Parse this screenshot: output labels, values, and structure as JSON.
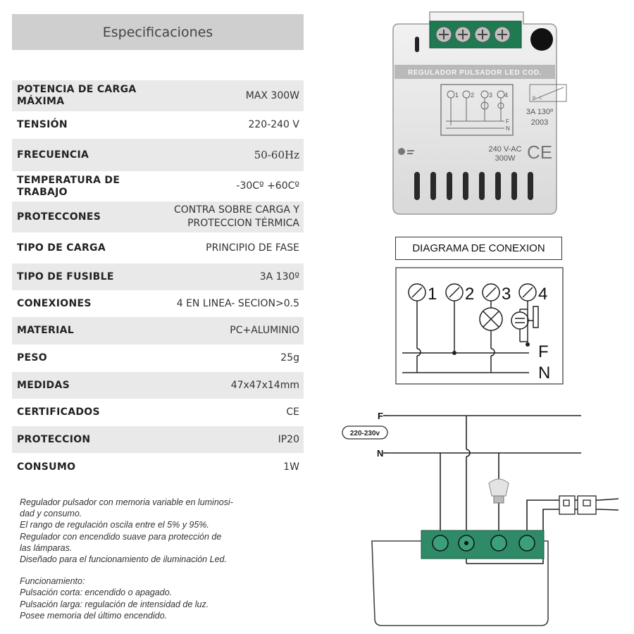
{
  "header": {
    "title": "Especificaciones"
  },
  "specs": [
    {
      "label": "POTENCIA DE CARGA\nMÁXIMA",
      "value": "MAX 300W",
      "shaded": true,
      "height": 44
    },
    {
      "label": "TENSIÓN",
      "value": "220-240 V",
      "shaded": false,
      "height": 39
    },
    {
      "label": "FRECUENCIA",
      "value": "50-60Hz",
      "shaded": true,
      "height": 46
    },
    {
      "label": "TEMPERATURA DE\nTRABAJO",
      "value": "-30Cº +60Cº",
      "shaded": false,
      "height": 43
    },
    {
      "label": "PROTECCONES",
      "value": "CONTRA SOBRE CARGA Y\nPROTECCION TÉRMICA",
      "shaded": true,
      "height": 44
    },
    {
      "label": "TIPO DE CARGA",
      "value": "PRINCIPIO DE FASE",
      "shaded": false,
      "height": 44
    },
    {
      "label": "TIPO DE FUSIBLE",
      "value": "3A 130º",
      "shaded": true,
      "height": 38
    },
    {
      "label": "CONEXIONES",
      "value": "4 EN LINEA- SECION>0.5",
      "shaded": false,
      "height": 38
    },
    {
      "label": "MATERIAL",
      "value": "PC+ALUMINIO",
      "shaded": true,
      "height": 39
    },
    {
      "label": "PESO",
      "value": "25g",
      "shaded": false,
      "height": 39
    },
    {
      "label": "MEDIDAS",
      "value": "47x47x14mm",
      "shaded": true,
      "height": 38
    },
    {
      "label": "CERTIFICADOS",
      "value": "CE",
      "shaded": false,
      "height": 39
    },
    {
      "label": "PROTECCION",
      "value": "IP20",
      "shaded": true,
      "height": 38
    },
    {
      "label": "CONSUMO",
      "value": "1W",
      "shaded": false,
      "height": 40
    }
  ],
  "description": {
    "paragraph1": "Regulador pulsador con memoria variable en luminosi-\ndad y consumo.\nEl rango de regulación oscila entre el 5% y 95%.\nRegulador con encendido suave para protección de\nlas lámparas.\nDiseñado para el funcionamiento de iluminación Led.",
    "paragraph2": "Funcionamiento:\nPulsación corta: encendido o apagado.\nPulsación larga: regulación de intensidad de luz.\nPosee memoria del último encendido."
  },
  "device": {
    "label_strip": "REGULADOR PULSADOR LED COD.",
    "fuse": "3A 130º",
    "code": "2003",
    "voltage": "240 V-AC",
    "power": "300W",
    "ce": "CE",
    "terminal_nums": [
      "1",
      "2",
      "3",
      "4"
    ],
    "mini_f": "F",
    "mini_n": "N",
    "rl_r": "R",
    "rl_l": "L"
  },
  "connection_diagram": {
    "title": "DIAGRAMA DE CONEXION",
    "terminals": [
      "1",
      "2",
      "3",
      "4"
    ],
    "f_label": "F",
    "n_label": "N"
  },
  "wiring": {
    "f_label": "F",
    "n_label": "N",
    "voltage_badge": "220-230v"
  }
}
